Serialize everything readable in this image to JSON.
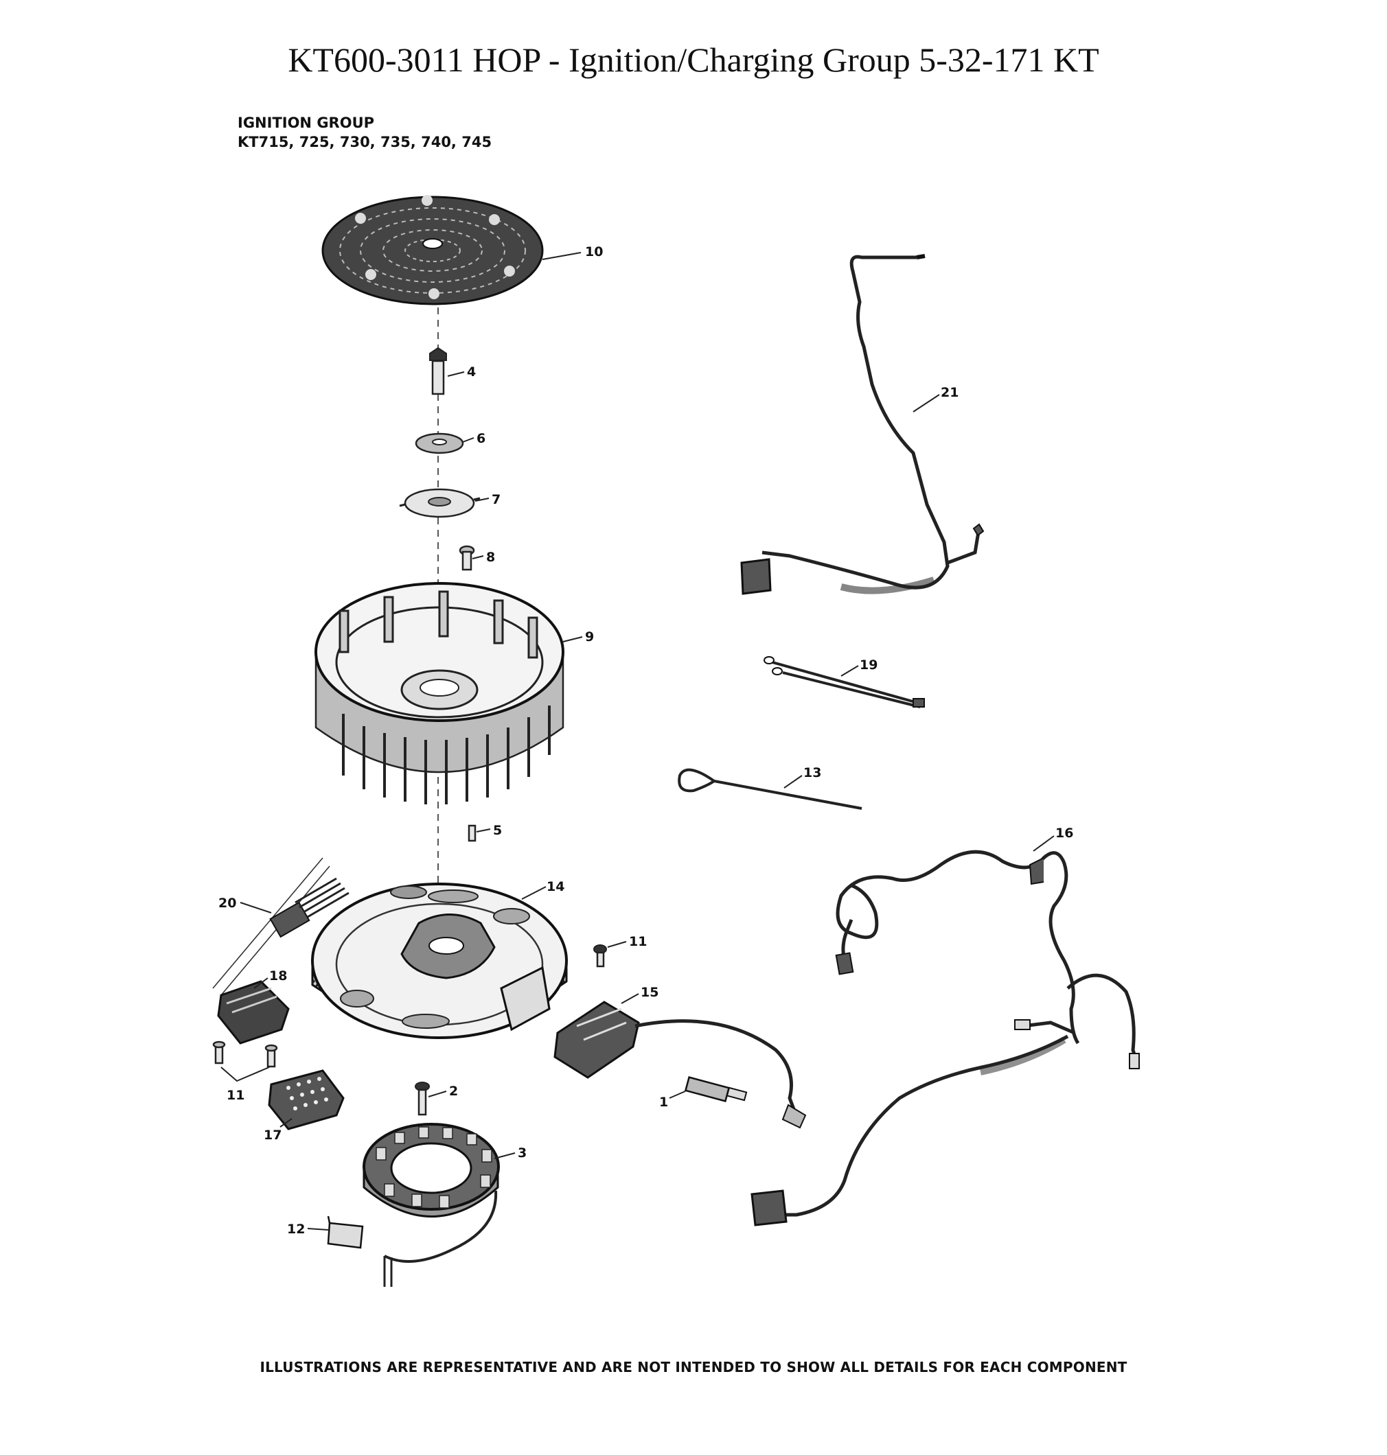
{
  "page_title": "KT600-3011 HOP - Ignition/Charging Group 5-32-171 KT",
  "group": {
    "name": "IGNITION GROUP",
    "models": "KT715, 725, 730, 735, 740, 745"
  },
  "footer_note": "ILLUSTRATIONS ARE REPRESENTATIVE AND ARE NOT INTENDED TO SHOW ALL DETAILS FOR EACH COMPONENT",
  "callouts": {
    "c10": "10",
    "c4": "4",
    "c6": "6",
    "c7": "7",
    "c8": "8",
    "c9": "9",
    "c5": "5",
    "c14": "14",
    "c20": "20",
    "c18": "18",
    "c11a": "11",
    "c11b": "11",
    "c15": "15",
    "c17": "17",
    "c2": "2",
    "c1": "1",
    "c3": "3",
    "c12": "12",
    "c21": "21",
    "c19": "19",
    "c13": "13",
    "c16": "16"
  }
}
